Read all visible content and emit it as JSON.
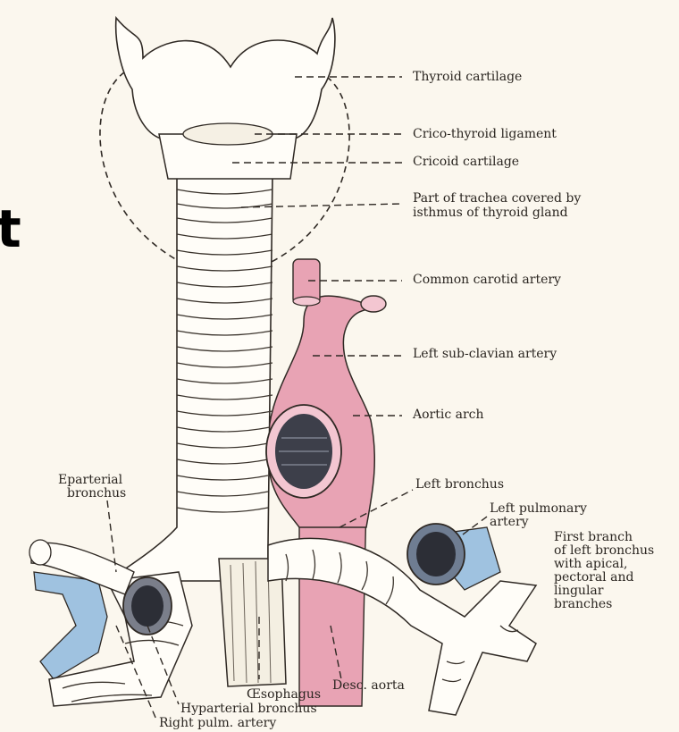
{
  "slide_text_fragment": "t",
  "labels": {
    "thyroid_cartilage": "Thyroid cartilage",
    "crico_thyroid_ligament": "Crico-thyroid ligament",
    "cricoid_cartilage": "Cricoid cartilage",
    "trachea_isthmus_line1": "Part of trachea covered by",
    "trachea_isthmus_line2": "isthmus of thyroid gland",
    "common_carotid_artery": "Common carotid artery",
    "left_subclavian_artery": "Left sub-clavian artery",
    "aortic_arch": "Aortic arch",
    "left_bronchus": "Left bronchus",
    "left_pulmonary_artery_line1": "Left pulmonary",
    "left_pulmonary_artery_line2": "artery",
    "first_branch_line1": "First branch",
    "first_branch_line2": "of left bronchus",
    "first_branch_line3": "with apical,",
    "first_branch_line4": "pectoral and",
    "first_branch_line5": "lingular",
    "first_branch_line6": "branches",
    "eparterial_bronchus_line1": "Eparterial",
    "eparterial_bronchus_line2": "bronchus",
    "desc_aorta": "Desc. aorta",
    "oesophagus": "Œsophagus",
    "hyparterial_bronchus": "Hyparterial bronchus",
    "right_pulm_artery": "Right pulm. artery"
  },
  "colors": {
    "artery_pink": "#e8a3b4",
    "pulmonary_blue": "#9fc2e0",
    "cartilage_white": "#fffdf8",
    "line": "#2f2924"
  }
}
